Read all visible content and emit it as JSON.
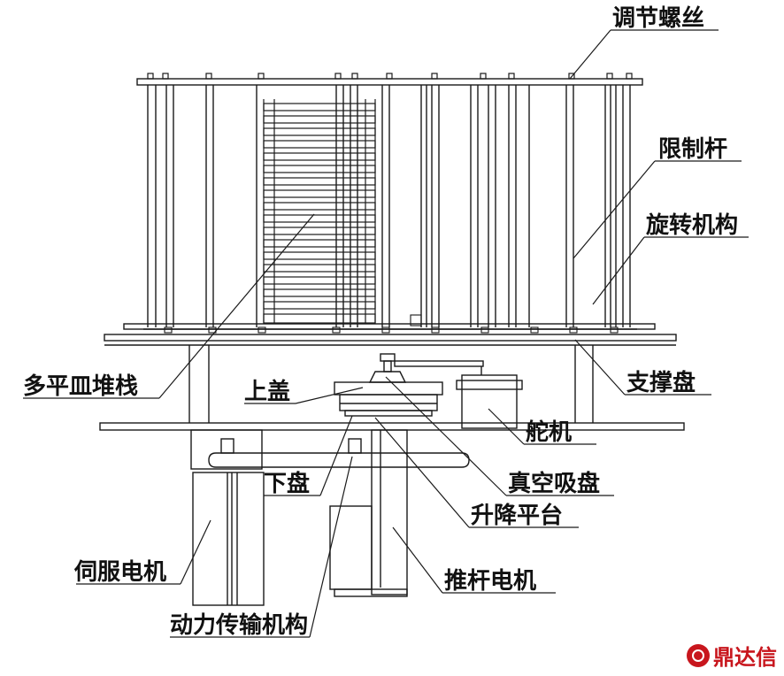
{
  "labels": {
    "adjust_screw": "调节螺丝",
    "limit_rod": "限制杆",
    "rotating_mechanism": "旋转机构",
    "multi_dish_stack": "多平皿堆栈",
    "upper_cover": "上盖",
    "support_plate": "支撑盘",
    "servo": "舵机",
    "lower_plate": "下盘",
    "vacuum_cup": "真空吸盘",
    "lift_platform": "升降平台",
    "servo_motor": "伺服电机",
    "push_rod_motor": "推杆电机",
    "power_transmission": "动力传输机构"
  },
  "watermark": {
    "text": "鼎达信",
    "color": "#c8161d"
  },
  "colors": {
    "line": "#1a1a1a",
    "text": "#111111"
  }
}
